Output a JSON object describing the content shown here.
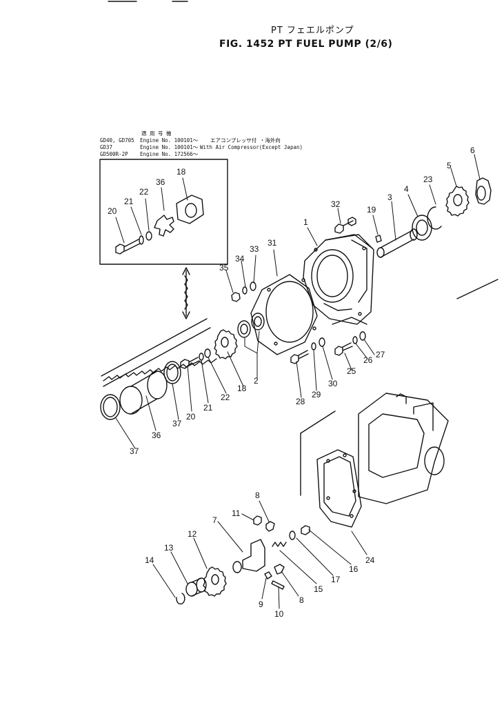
{
  "header": {
    "subtitle_jp": "PT フェエルポンプ",
    "title": "FIG. 1452  PT FUEL PUMP (2/6)"
  },
  "applicability": {
    "heading": "適 用 号 機",
    "rows": [
      {
        "model": "GD40, GD705",
        "engine": "Engine No. 100101～",
        "note": "エアコンプレッサ付   ・海外向"
      },
      {
        "model": "GD37",
        "engine": "Engine No. 100101～",
        "note": "With Air Compressor(Except Japan)"
      },
      {
        "model": "GD500R-2P",
        "engine": "Engine No. 172566～",
        "note": ""
      }
    ]
  },
  "callouts": {
    "n20a": "20",
    "n21a": "21",
    "n22a": "22",
    "n36a": "36",
    "n18a": "18",
    "n32": "32",
    "n1": "1",
    "n19": "19",
    "n3": "3",
    "n4": "4",
    "n23": "23",
    "n5": "5",
    "n6": "6",
    "n31": "31",
    "n33": "33",
    "n34": "34",
    "n35": "35",
    "n27": "27",
    "n26": "26",
    "n25": "25",
    "n30": "30",
    "n29": "29",
    "n28": "28",
    "n2": "2",
    "n18b": "18",
    "n22b": "22",
    "n21b": "21",
    "n20b": "20",
    "n37a": "37",
    "n36b": "36",
    "n37b": "37",
    "n8a": "8",
    "n11": "11",
    "n7": "7",
    "n12": "12",
    "n13": "13",
    "n14": "14",
    "n9": "9",
    "n10": "10",
    "n8b": "8",
    "n15": "15",
    "n17": "17",
    "n16": "16",
    "n24": "24"
  }
}
